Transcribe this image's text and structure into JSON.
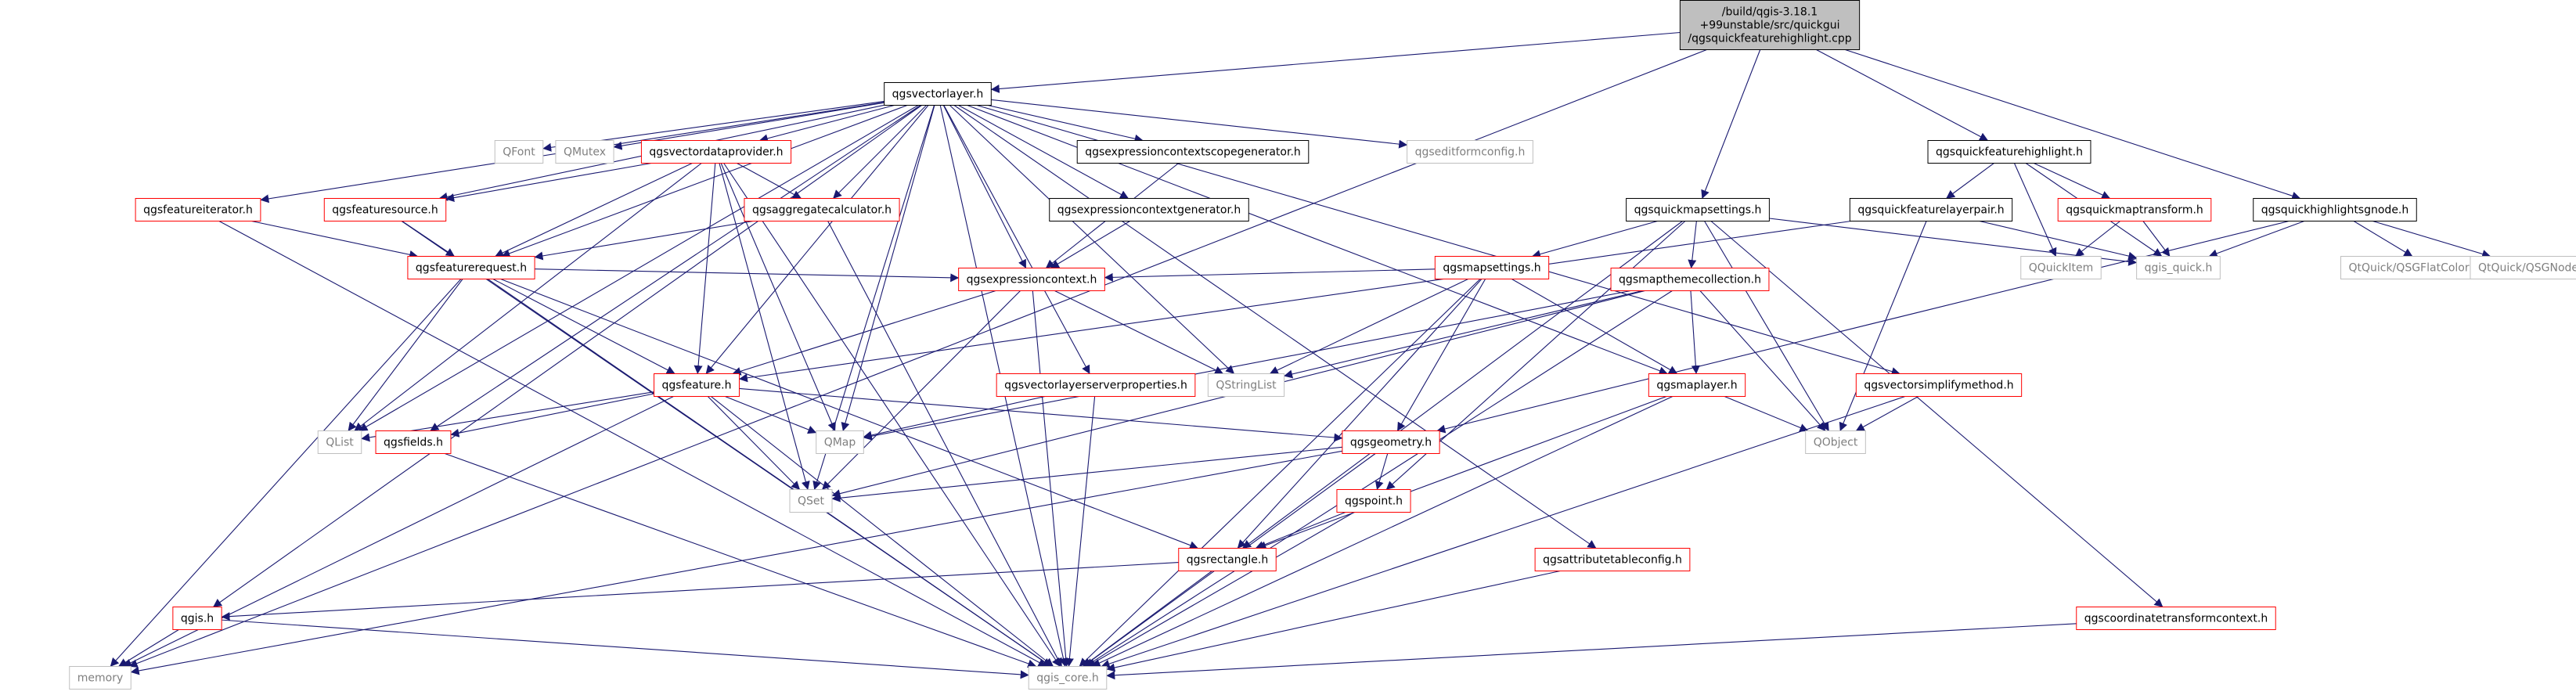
{
  "graph": {
    "palette": {
      "edge": "#191970",
      "black_border": "#000000",
      "red_border": "#ff0000",
      "gray_border": "#bfbfbf",
      "text": "#000000",
      "gray_text": "#7f7f7f",
      "root_fill": "#bfbfbf"
    },
    "nodes": [
      {
        "id": "root",
        "lines": [
          "/build/qgis-3.18.1",
          "+99unstable/src/quickgui",
          "/qgsquickfeaturehighlight.cpp"
        ],
        "style": "root"
      },
      {
        "id": "qgsvectorlayer",
        "lines": [
          "qgsvectorlayer.h"
        ],
        "style": "black"
      },
      {
        "id": "memory",
        "lines": [
          "memory"
        ],
        "style": "gray"
      },
      {
        "id": "qgsquickfeaturehighlight",
        "lines": [
          "qgsquickfeaturehighlight.h"
        ],
        "style": "black"
      },
      {
        "id": "qgsquickmapsettings",
        "lines": [
          "qgsquickmapsettings.h"
        ],
        "style": "black"
      },
      {
        "id": "qgsquickhighlightsgnode",
        "lines": [
          "qgsquickhighlightsgnode.h"
        ],
        "style": "black"
      },
      {
        "id": "qfont",
        "lines": [
          "QFont"
        ],
        "style": "gray"
      },
      {
        "id": "qmutex",
        "lines": [
          "QMutex"
        ],
        "style": "gray"
      },
      {
        "id": "qgsvectordataprovider",
        "lines": [
          "qgsvectordataprovider.h"
        ],
        "style": "red"
      },
      {
        "id": "qgsexpressioncontextscopegenerator",
        "lines": [
          "qgsexpressioncontextscopegenerator.h"
        ],
        "style": "black"
      },
      {
        "id": "qgseditformconfig",
        "lines": [
          "qgseditformconfig.h"
        ],
        "style": "gray"
      },
      {
        "id": "qgsfeatureiterator",
        "lines": [
          "qgsfeatureiterator.h"
        ],
        "style": "red"
      },
      {
        "id": "qgsfeaturesource",
        "lines": [
          "qgsfeaturesource.h"
        ],
        "style": "red"
      },
      {
        "id": "qgsaggregatecalculator",
        "lines": [
          "qgsaggregatecalculator.h"
        ],
        "style": "red"
      },
      {
        "id": "qgsexpressioncontextgenerator",
        "lines": [
          "qgsexpressioncontextgenerator.h"
        ],
        "style": "black"
      },
      {
        "id": "qgsquickfeaturelayerpair",
        "lines": [
          "qgsquickfeaturelayerpair.h"
        ],
        "style": "black"
      },
      {
        "id": "qgsquickmaptransform",
        "lines": [
          "qgsquickmaptransform.h"
        ],
        "style": "red"
      },
      {
        "id": "qquickitem",
        "lines": [
          "QQuickItem"
        ],
        "style": "gray"
      },
      {
        "id": "qgis_quick",
        "lines": [
          "qgis_quick.h"
        ],
        "style": "gray"
      },
      {
        "id": "qsgflatcolormaterial",
        "lines": [
          "QtQuick/QSGFlatColorMaterial"
        ],
        "style": "gray"
      },
      {
        "id": "qsgnode",
        "lines": [
          "QtQuick/QSGNode"
        ],
        "style": "gray"
      },
      {
        "id": "qgsfeaturerequest",
        "lines": [
          "qgsfeaturerequest.h"
        ],
        "style": "red"
      },
      {
        "id": "qgsmapsettings",
        "lines": [
          "qgsmapsettings.h"
        ],
        "style": "red"
      },
      {
        "id": "qgsexpressioncontext",
        "lines": [
          "qgsexpressioncontext.h"
        ],
        "style": "red"
      },
      {
        "id": "qgsmapthemecollection",
        "lines": [
          "qgsmapthemecollection.h"
        ],
        "style": "red"
      },
      {
        "id": "qgsfeature",
        "lines": [
          "qgsfeature.h"
        ],
        "style": "red"
      },
      {
        "id": "qgsvectorlayerserverproperties",
        "lines": [
          "qgsvectorlayerserverproperties.h"
        ],
        "style": "red"
      },
      {
        "id": "qstringlist",
        "lines": [
          "QStringList"
        ],
        "style": "gray"
      },
      {
        "id": "qgsmaplayer",
        "lines": [
          "qgsmaplayer.h"
        ],
        "style": "red"
      },
      {
        "id": "qgsvectorsimplifymethod",
        "lines": [
          "qgsvectorsimplifymethod.h"
        ],
        "style": "red"
      },
      {
        "id": "qlist",
        "lines": [
          "QList"
        ],
        "style": "gray"
      },
      {
        "id": "qgsfields",
        "lines": [
          "qgsfields.h"
        ],
        "style": "red"
      },
      {
        "id": "qmap",
        "lines": [
          "QMap"
        ],
        "style": "gray"
      },
      {
        "id": "qgsgeometry",
        "lines": [
          "qgsgeometry.h"
        ],
        "style": "red"
      },
      {
        "id": "qobject",
        "lines": [
          "QObject"
        ],
        "style": "gray"
      },
      {
        "id": "qset",
        "lines": [
          "QSet"
        ],
        "style": "gray"
      },
      {
        "id": "qgspoint",
        "lines": [
          "qgspoint.h"
        ],
        "style": "red"
      },
      {
        "id": "qgsattributetableconfig",
        "lines": [
          "qgsattributetableconfig.h"
        ],
        "style": "red"
      },
      {
        "id": "qgsrectangle",
        "lines": [
          "qgsrectangle.h"
        ],
        "style": "red"
      },
      {
        "id": "qgis",
        "lines": [
          "qgis.h"
        ],
        "style": "red"
      },
      {
        "id": "qgscoordinatetransformcontext",
        "lines": [
          "qgscoordinatetransformcontext.h"
        ],
        "style": "red"
      },
      {
        "id": "qgis_core",
        "lines": [
          "qgis_core.h"
        ],
        "style": "gray"
      }
    ],
    "edges": [
      [
        "root",
        "qgsvectorlayer"
      ],
      [
        "root",
        "memory"
      ],
      [
        "root",
        "qgsquickfeaturehighlight"
      ],
      [
        "root",
        "qgsquickmapsettings"
      ],
      [
        "root",
        "qgsquickhighlightsgnode"
      ],
      [
        "qgsvectorlayer",
        "qfont"
      ],
      [
        "qgsvectorlayer",
        "qmutex"
      ],
      [
        "qgsvectorlayer",
        "qgsvectordataprovider"
      ],
      [
        "qgsvectorlayer",
        "qgsexpressioncontextscopegenerator"
      ],
      [
        "qgsvectorlayer",
        "qgseditformconfig"
      ],
      [
        "qgsvectorlayer",
        "qgsfeatureiterator"
      ],
      [
        "qgsvectorlayer",
        "qgsfeaturesource"
      ],
      [
        "qgsvectorlayer",
        "qgsaggregatecalculator"
      ],
      [
        "qgsvectorlayer",
        "qgsexpressioncontextgenerator"
      ],
      [
        "qgsvectorlayer",
        "qgsfeaturerequest"
      ],
      [
        "qgsvectorlayer",
        "qgsexpressioncontext"
      ],
      [
        "qgsvectorlayer",
        "qgsfeature"
      ],
      [
        "qgsvectorlayer",
        "qgsvectorlayerserverproperties"
      ],
      [
        "qgsvectorlayer",
        "qstringlist"
      ],
      [
        "qgsvectorlayer",
        "qgsmaplayer"
      ],
      [
        "qgsvectorlayer",
        "qgsvectorsimplifymethod"
      ],
      [
        "qgsvectorlayer",
        "qlist"
      ],
      [
        "qgsvectorlayer",
        "qgsfields"
      ],
      [
        "qgsvectorlayer",
        "qmap"
      ],
      [
        "qgsvectorlayer",
        "qset"
      ],
      [
        "qgsvectorlayer",
        "qgsattributetableconfig"
      ],
      [
        "qgsvectorlayer",
        "qgis"
      ],
      [
        "qgsvectorlayer",
        "qgis_core"
      ],
      [
        "qgsvectordataprovider",
        "qgsfeaturesource"
      ],
      [
        "qgsvectordataprovider",
        "qgsaggregatecalculator"
      ],
      [
        "qgsvectordataprovider",
        "qgsfeaturerequest"
      ],
      [
        "qgsvectordataprovider",
        "qgsfeature"
      ],
      [
        "qgsvectordataprovider",
        "qlist"
      ],
      [
        "qgsvectordataprovider",
        "qmap"
      ],
      [
        "qgsvectordataprovider",
        "qset"
      ],
      [
        "qgsvectordataprovider",
        "qgis_core"
      ],
      [
        "qgsexpressioncontextscopegenerator",
        "qgsexpressioncontext"
      ],
      [
        "qgsexpressioncontextgenerator",
        "qgsexpressioncontext"
      ],
      [
        "qgsfeatureiterator",
        "qgsfeaturerequest"
      ],
      [
        "qgsfeatureiterator",
        "qgis_core"
      ],
      [
        "qgsfeaturesource",
        "qgsfeaturerequest"
      ],
      [
        "qgsfeaturesource",
        "qgis_core"
      ],
      [
        "qgsaggregatecalculator",
        "qgsfeaturerequest"
      ],
      [
        "qgsaggregatecalculator",
        "qgis_core"
      ],
      [
        "qgsfeaturerequest",
        "qgsexpressioncontext"
      ],
      [
        "qgsfeaturerequest",
        "qgsfeature"
      ],
      [
        "qgsfeaturerequest",
        "qlist"
      ],
      [
        "qgsfeaturerequest",
        "qgsrectangle"
      ],
      [
        "qgsfeaturerequest",
        "memory"
      ],
      [
        "qgsfeaturerequest",
        "qgis_core"
      ],
      [
        "qgsexpressioncontext",
        "qgsfeature"
      ],
      [
        "qgsexpressioncontext",
        "qstringlist"
      ],
      [
        "qgsexpressioncontext",
        "qset"
      ],
      [
        "qgsexpressioncontext",
        "qgis_core"
      ],
      [
        "qgsfeature",
        "qlist"
      ],
      [
        "qgsfeature",
        "qgsfields"
      ],
      [
        "qgsfeature",
        "qmap"
      ],
      [
        "qgsfeature",
        "qset"
      ],
      [
        "qgsfeature",
        "qgsgeometry"
      ],
      [
        "qgsfeature",
        "memory"
      ],
      [
        "qgsfeature",
        "qgis_core"
      ],
      [
        "qgsfields",
        "qgis_core"
      ],
      [
        "qgsvectorlayerserverproperties",
        "qmap"
      ],
      [
        "qgsvectorlayerserverproperties",
        "qgis_core"
      ],
      [
        "qgsgeometry",
        "qset"
      ],
      [
        "qgsgeometry",
        "qgspoint"
      ],
      [
        "qgsgeometry",
        "memory"
      ],
      [
        "qgsgeometry",
        "qgis_core"
      ],
      [
        "qgspoint",
        "qgsrectangle"
      ],
      [
        "qgspoint",
        "qgis_core"
      ],
      [
        "qgsrectangle",
        "qgis"
      ],
      [
        "qgsrectangle",
        "qgis_core"
      ],
      [
        "qgis",
        "memory"
      ],
      [
        "qgis",
        "qgis_core"
      ],
      [
        "qgsattributetableconfig",
        "qgis_core"
      ],
      [
        "qgsquickfeaturehighlight",
        "qgsquickfeaturelayerpair"
      ],
      [
        "qgsquickfeaturehighlight",
        "qgsquickmaptransform"
      ],
      [
        "qgsquickfeaturehighlight",
        "qquickitem"
      ],
      [
        "qgsquickfeaturehighlight",
        "qgis_quick"
      ],
      [
        "qgsquickfeaturelayerpair",
        "qgsfeature"
      ],
      [
        "qgsquickfeaturelayerpair",
        "qobject"
      ],
      [
        "qgsquickfeaturelayerpair",
        "qgis_quick"
      ],
      [
        "qgsquickmaptransform",
        "qquickitem"
      ],
      [
        "qgsquickmaptransform",
        "qgis_quick"
      ],
      [
        "qgsquickhighlightsgnode",
        "qgsgeometry"
      ],
      [
        "qgsquickhighlightsgnode",
        "qgis_quick"
      ],
      [
        "qgsquickhighlightsgnode",
        "qsgflatcolormaterial"
      ],
      [
        "qgsquickhighlightsgnode",
        "qsgnode"
      ],
      [
        "qgsquickmapsettings",
        "qgsmapsettings"
      ],
      [
        "qgsquickmapsettings",
        "qgsmapthemecollection"
      ],
      [
        "qgsquickmapsettings",
        "qgscoordinatetransformcontext"
      ],
      [
        "qgsquickmapsettings",
        "qgspoint"
      ],
      [
        "qgsquickmapsettings",
        "qgsrectangle"
      ],
      [
        "qgsquickmapsettings",
        "qobject"
      ],
      [
        "qgsquickmapsettings",
        "qgis_quick"
      ],
      [
        "qgsmapsettings",
        "qgsexpressioncontext"
      ],
      [
        "qgsmapsettings",
        "qgsmaplayer"
      ],
      [
        "qgsmapsettings",
        "qstringlist"
      ],
      [
        "qgsmapsettings",
        "qgsgeometry"
      ],
      [
        "qgsmapsettings",
        "qgsrectangle"
      ],
      [
        "qgsmapsettings",
        "qgis_core"
      ],
      [
        "qgsmapthemecollection",
        "qgsmaplayer"
      ],
      [
        "qgsmapthemecollection",
        "qstringlist"
      ],
      [
        "qgsmapthemecollection",
        "qobject"
      ],
      [
        "qgsmapthemecollection",
        "qmap"
      ],
      [
        "qgsmapthemecollection",
        "qset"
      ],
      [
        "qgsmapthemecollection",
        "qgis_core"
      ],
      [
        "qgsmaplayer",
        "qobject"
      ],
      [
        "qgsmaplayer",
        "qgsrectangle"
      ],
      [
        "qgsmaplayer",
        "qgis_core"
      ],
      [
        "qgsvectorsimplifymethod",
        "qobject"
      ],
      [
        "qgsvectorsimplifymethod",
        "qgis_core"
      ],
      [
        "qgscoordinatetransformcontext",
        "qgis_core"
      ]
    ]
  }
}
